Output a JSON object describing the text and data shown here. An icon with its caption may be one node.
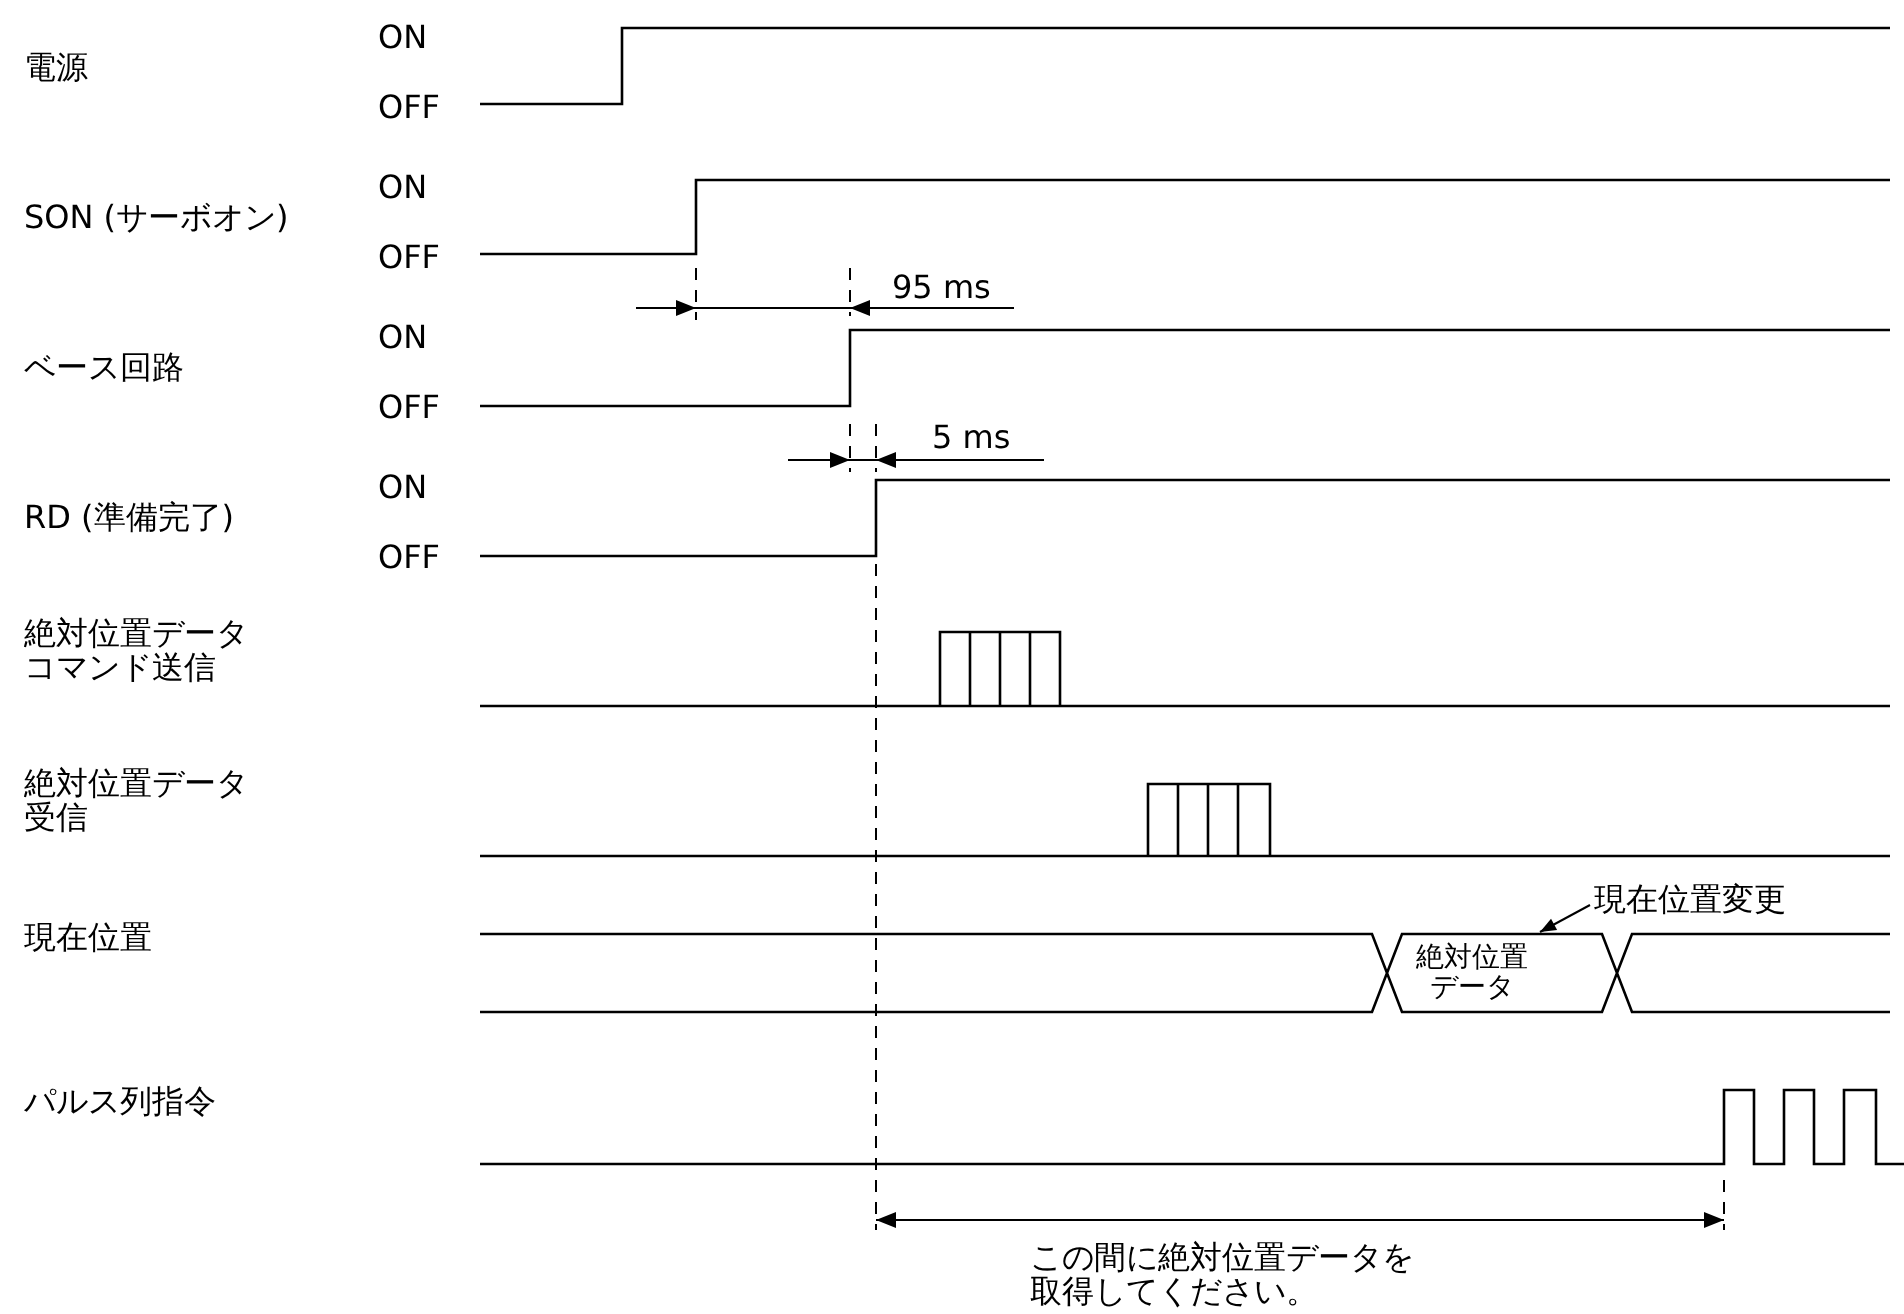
{
  "diagram": {
    "nodes": [
      {
        "text": [
          "現在位置変更"
        ]
      },
      {
        "text": [],
        "shape": "bar"
      }
    ],
    "edges": [
      {
        "from": 0,
        "to": 1,
        "arrow": "to"
      }
    ],
    "labels": [
      "電源",
      "ON",
      "OFF",
      "SON (サーボオン)",
      "ON",
      "OFF",
      "95 ms",
      "ベース回路",
      "ON",
      "OFF",
      "5 ms",
      "RD (準備完了)",
      "ON",
      "OFF",
      "絶対位置データコマンド送信",
      "絶対位置データ受信",
      "現在位置",
      "絶対位置データ",
      "パルス列指令",
      "この間に絶対位置データを取得してください。"
    ]
  }
}
